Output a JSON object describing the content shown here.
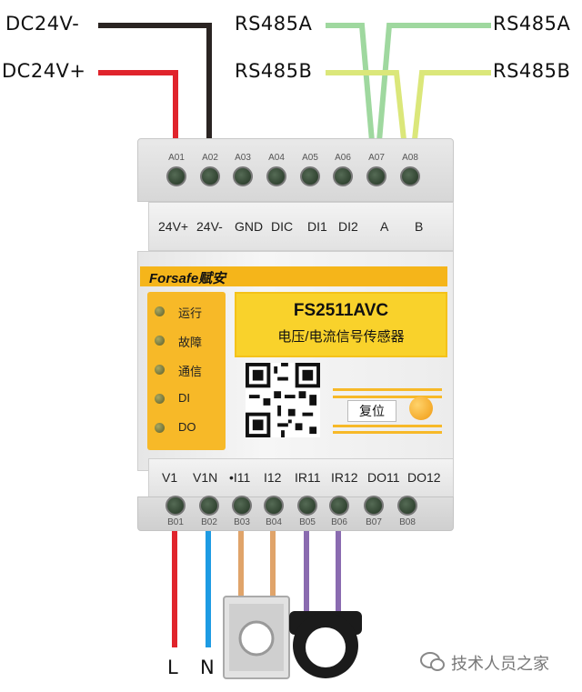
{
  "wires": {
    "dc_minus_label": "DC24V-",
    "dc_plus_label": "DC24V+",
    "rs485a_left_label": "RS485A",
    "rs485a_right_label": "RS485A",
    "rs485b_left_label": "RS485B",
    "rs485b_right_label": "RS485B",
    "line_label": "L",
    "neutral_label": "N",
    "colors": {
      "black": "#2a2422",
      "red": "#e0242c",
      "green": "#9fd89f",
      "yellow_green": "#dbe77a",
      "blue": "#1d9be3",
      "orange": "#e0a46a",
      "purple": "#8a6bb0"
    }
  },
  "device": {
    "top_terminal_codes": [
      "A01",
      "A02",
      "A03",
      "A04",
      "A05",
      "A06",
      "A07",
      "A08"
    ],
    "top_labels": [
      "24V+",
      "24V-",
      "GND",
      "DIC",
      "DI1",
      "DI2",
      "A",
      "B"
    ],
    "brand": "Forsafe赋安",
    "model": "FS2511AVC",
    "product_name": "电压/电流信号传感器",
    "indicators": [
      "运行",
      "故障",
      "通信",
      "DI",
      "DO"
    ],
    "reset_label": "复位",
    "bottom_labels": [
      "V1",
      "V1N",
      "•I11",
      "I12",
      "IR11",
      "IR12",
      "DO11",
      "DO12"
    ],
    "bottom_terminal_codes": [
      "B01",
      "B02",
      "B03",
      "B04",
      "B05",
      "B06",
      "B07",
      "B08"
    ],
    "accent_color": "#f7b928"
  },
  "watermark": "技术人员之家",
  "icons": [
    "qr-code-icon",
    "wechat-icon",
    "current-transformer-icon",
    "rogowski-coil-icon"
  ]
}
